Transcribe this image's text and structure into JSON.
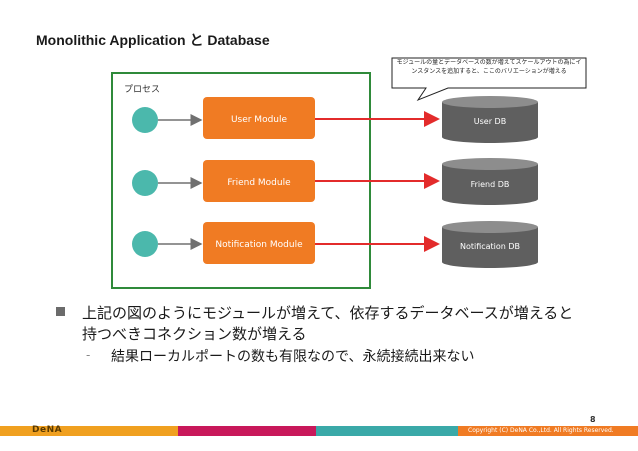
{
  "slide": {
    "title": "Monolithic Application と Database",
    "page_number": "8",
    "logo": "DeNA",
    "copyright": "Copyright (C) DeNA Co.,Ltd. All Rights Reserved."
  },
  "diagram": {
    "process_label": "プロセス",
    "modules": [
      "User Module",
      "Friend Module",
      "Notification Module"
    ],
    "databases": [
      "User DB",
      "Friend DB",
      "Notification DB"
    ],
    "callout": "モジュールの量とデータベースの数が増えてスケールアウトの為にインスタンスを追加すると、ここのバリエーションが増える",
    "colors": {
      "process_border": "#2f8a3a",
      "circle": "#4bb8ac",
      "module": "#f07b23",
      "arrow_red": "#e32b2b",
      "db": "#5f5f5f",
      "db_top": "#8d8d8d"
    }
  },
  "bullets": {
    "main": "上記の図のようにモジュールが増えて、依存するデータベースが増えると持つべきコネクション数が増える",
    "sub": "結果ローカルポートの数も有限なので、永続接続出来ない"
  },
  "footer": {
    "colors": [
      "#f0a020",
      "#c8185a",
      "#3aa9a8",
      "#f07b23"
    ]
  }
}
